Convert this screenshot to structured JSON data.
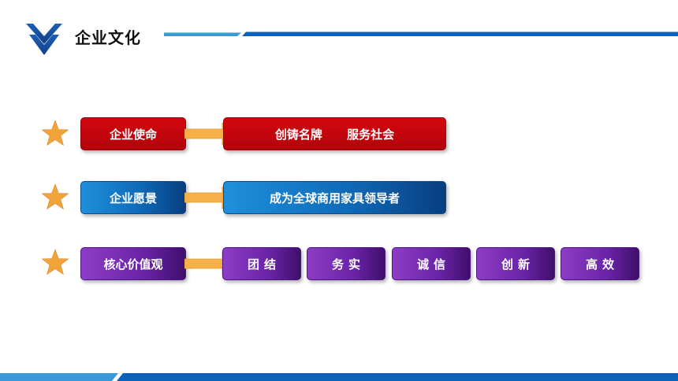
{
  "header": {
    "title": "企业文化"
  },
  "colors": {
    "accent_blue": "#0b62b8",
    "light_blue": "#3a9ad9",
    "mission_red": "#c8050d",
    "vision_blue": "#0f6bb9",
    "values_purple": "#6a23a6",
    "arrow_orange": "#f6b04a",
    "star_orange": "#f2a33a"
  },
  "rows": {
    "mission": {
      "label": "企业使命",
      "content": "创铸名牌      服务社会"
    },
    "vision": {
      "label": "企业愿景",
      "content": "成为全球商用家具领导者"
    },
    "values": {
      "label": "核心价值观",
      "items": [
        "团结",
        "务实",
        "诚信",
        "创新",
        "高效"
      ]
    }
  },
  "icons": {
    "logo": "double-chevron-down-icon",
    "star": "star-icon",
    "arrow": "arrow-right-icon"
  }
}
